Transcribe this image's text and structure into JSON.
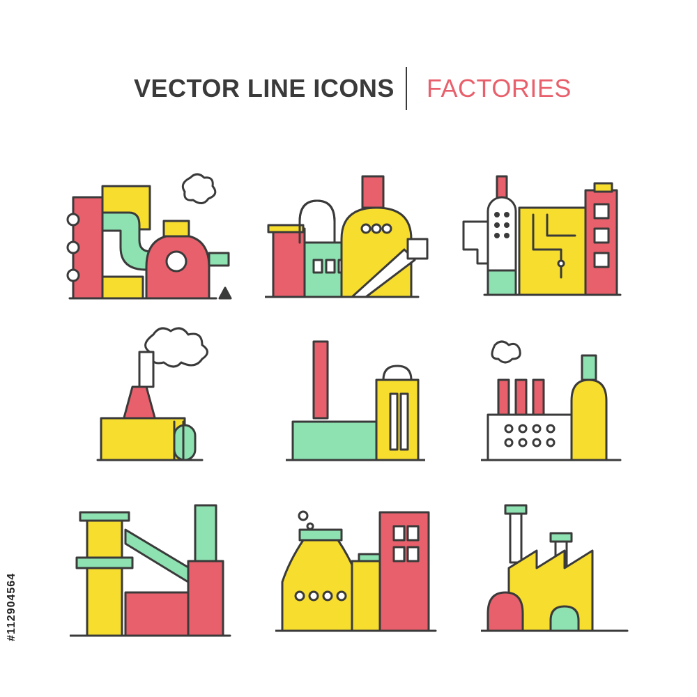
{
  "header": {
    "left_title": "VECTOR LINE ICONS",
    "right_title": "FACTORIES"
  },
  "colors": {
    "outline": "#3a3a3a",
    "red": "#e8606b",
    "yellow": "#f7dd2e",
    "green": "#8ee2b2",
    "background": "#ffffff"
  },
  "icons": [
    {
      "name": "factory-icon-1"
    },
    {
      "name": "factory-icon-2"
    },
    {
      "name": "factory-icon-3"
    },
    {
      "name": "factory-icon-4"
    },
    {
      "name": "factory-icon-5"
    },
    {
      "name": "factory-icon-6"
    },
    {
      "name": "factory-icon-7"
    },
    {
      "name": "factory-icon-8"
    },
    {
      "name": "factory-icon-9"
    }
  ],
  "side_id": "#112904564"
}
